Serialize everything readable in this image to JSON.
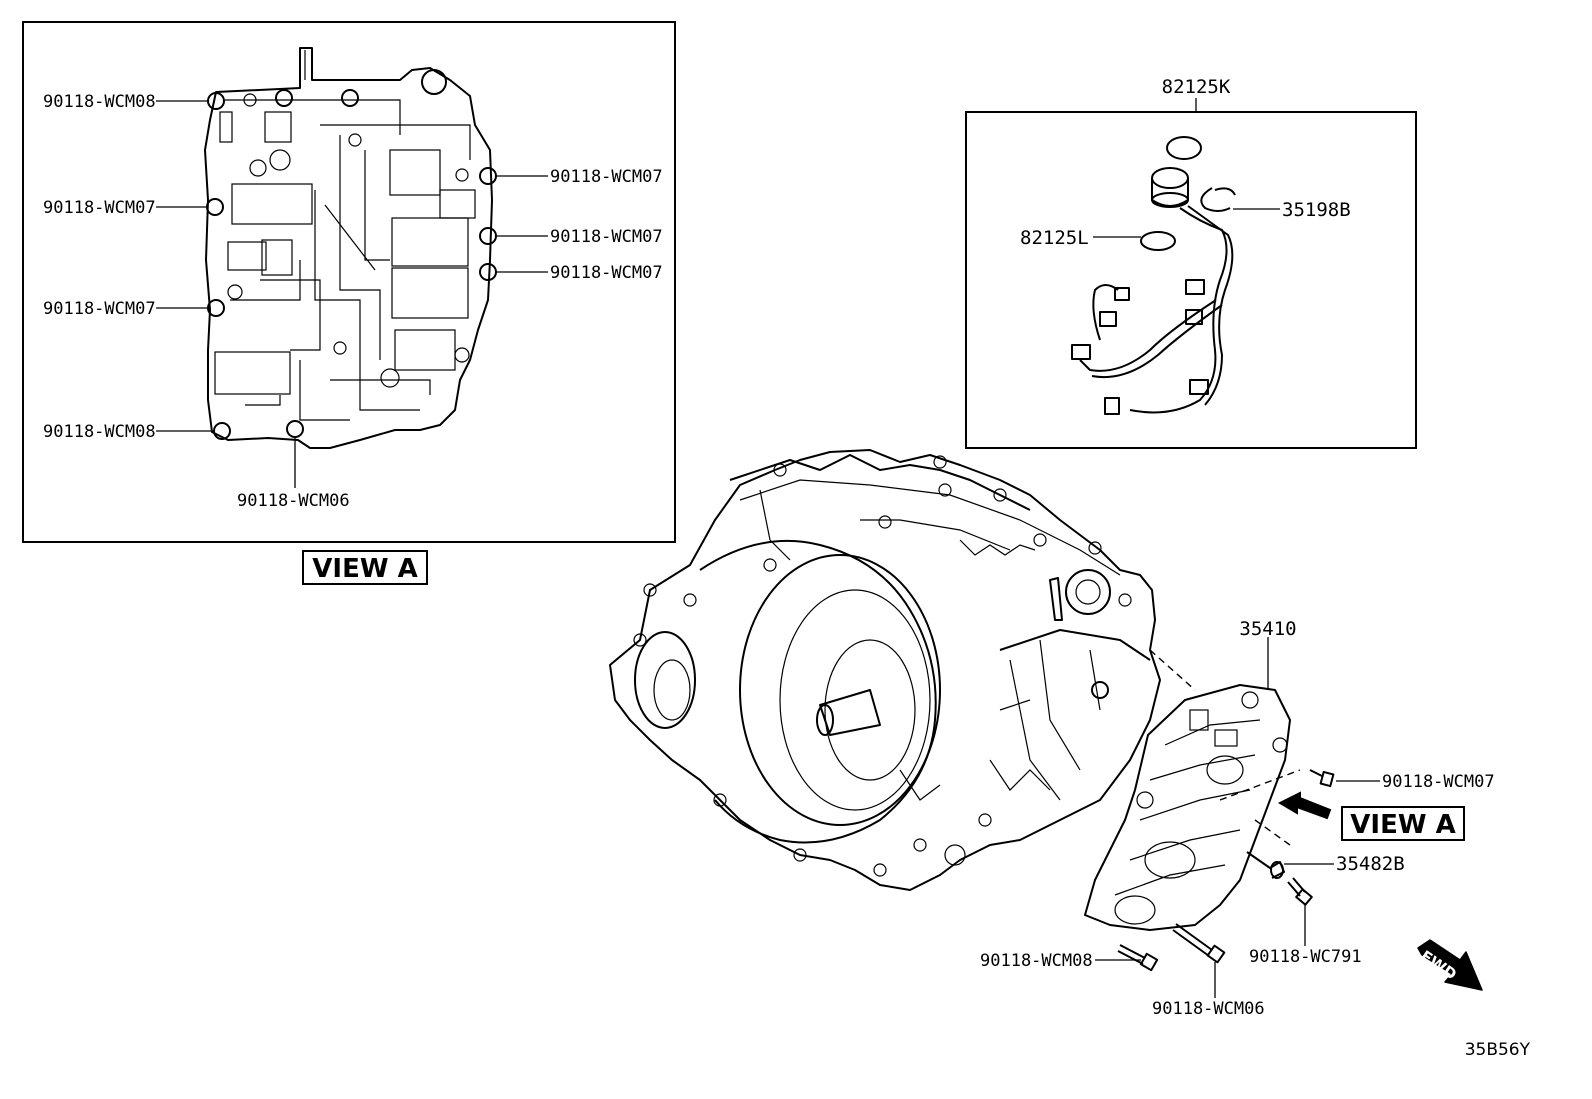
{
  "view_a_panel": {
    "callouts": {
      "left_top_wcm08": "90118-WCM08",
      "left_mid_wcm07": "90118-WCM07",
      "left_low_wcm07": "90118-WCM07",
      "left_bottom_wcm08": "90118-WCM08",
      "bottom_wcm06": "90118-WCM06",
      "right_1_wcm07": "90118-WCM07",
      "right_2_wcm07": "90118-WCM07",
      "right_3_wcm07": "90118-WCM07"
    },
    "view_label": "VIEW A"
  },
  "harness_panel": {
    "group_number": "82125K",
    "callouts": {
      "seal_ring": "35198B",
      "o_ring": "82125L"
    }
  },
  "main_assembly": {
    "valve_body": "35410",
    "bolt_right": "90118-WCM07",
    "view_label": "VIEW A",
    "sensor": "35482B",
    "bolt_bottom_right": "90118-WC791",
    "bolt_bottom_left": "90118-WCM08",
    "bolt_bottom_center": "90118-WCM06",
    "direction_label": "FWD"
  },
  "illustration_code": "35B56Y"
}
